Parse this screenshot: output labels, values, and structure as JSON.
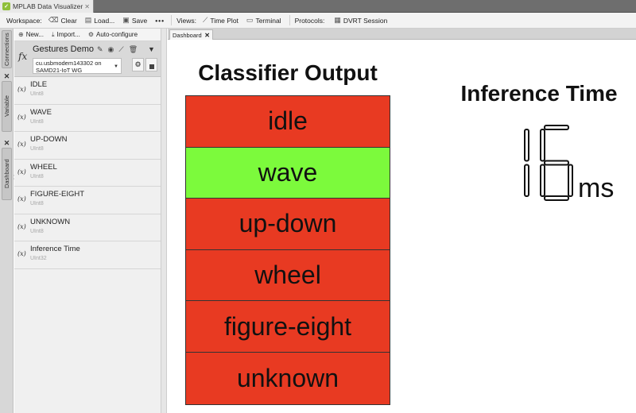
{
  "app": {
    "tab_title": "MPLAB Data Visualizer",
    "logo_icon": "mplab-logo-icon",
    "logo_color": "#8fbf3a"
  },
  "toolbar": {
    "workspace_label": "Workspace:",
    "clear_label": "Clear",
    "load_label": "Load...",
    "save_label": "Save",
    "more_label": "•••",
    "views_label": "Views:",
    "time_plot_label": "Time Plot",
    "terminal_label": "Terminal",
    "protocols_label": "Protocols:",
    "dvrt_label": "DVRT Session"
  },
  "side_tabs": {
    "connections": "Connections",
    "variable_streamers": "Variable Streamers",
    "dashboard_widgets": "Dashboard Widgets"
  },
  "panel": {
    "new_label": "New...",
    "import_label": "Import...",
    "autoconfigure_label": "Auto-configure",
    "source_name": "Gestures Demo",
    "source_port_line1": "cu.usbmodem143302 on",
    "source_port_line2": "SAMD21-IoT WG",
    "variables": [
      {
        "name": "IDLE",
        "type": "UInt8"
      },
      {
        "name": "WAVE",
        "type": "UInt8"
      },
      {
        "name": "UP-DOWN",
        "type": "UInt8"
      },
      {
        "name": "WHEEL",
        "type": "UInt8"
      },
      {
        "name": "FIGURE-EIGHT",
        "type": "UInt8"
      },
      {
        "name": "UNKNOWN",
        "type": "UInt8"
      },
      {
        "name": "Inference Time",
        "type": "UInt32"
      }
    ]
  },
  "dashboard": {
    "tab_label": "Dashboard",
    "classifier_title": "Classifier Output",
    "classes": [
      {
        "label": "idle",
        "active": false
      },
      {
        "label": "wave",
        "active": true
      },
      {
        "label": "up-down",
        "active": false
      },
      {
        "label": "wheel",
        "active": false
      },
      {
        "label": "figure-eight",
        "active": false
      },
      {
        "label": "unknown",
        "active": false
      }
    ],
    "active_color": "#7cfa3c",
    "inactive_color": "#e83a22",
    "inference_title": "Inference Time",
    "inference_value": "16",
    "inference_unit": "ms"
  }
}
